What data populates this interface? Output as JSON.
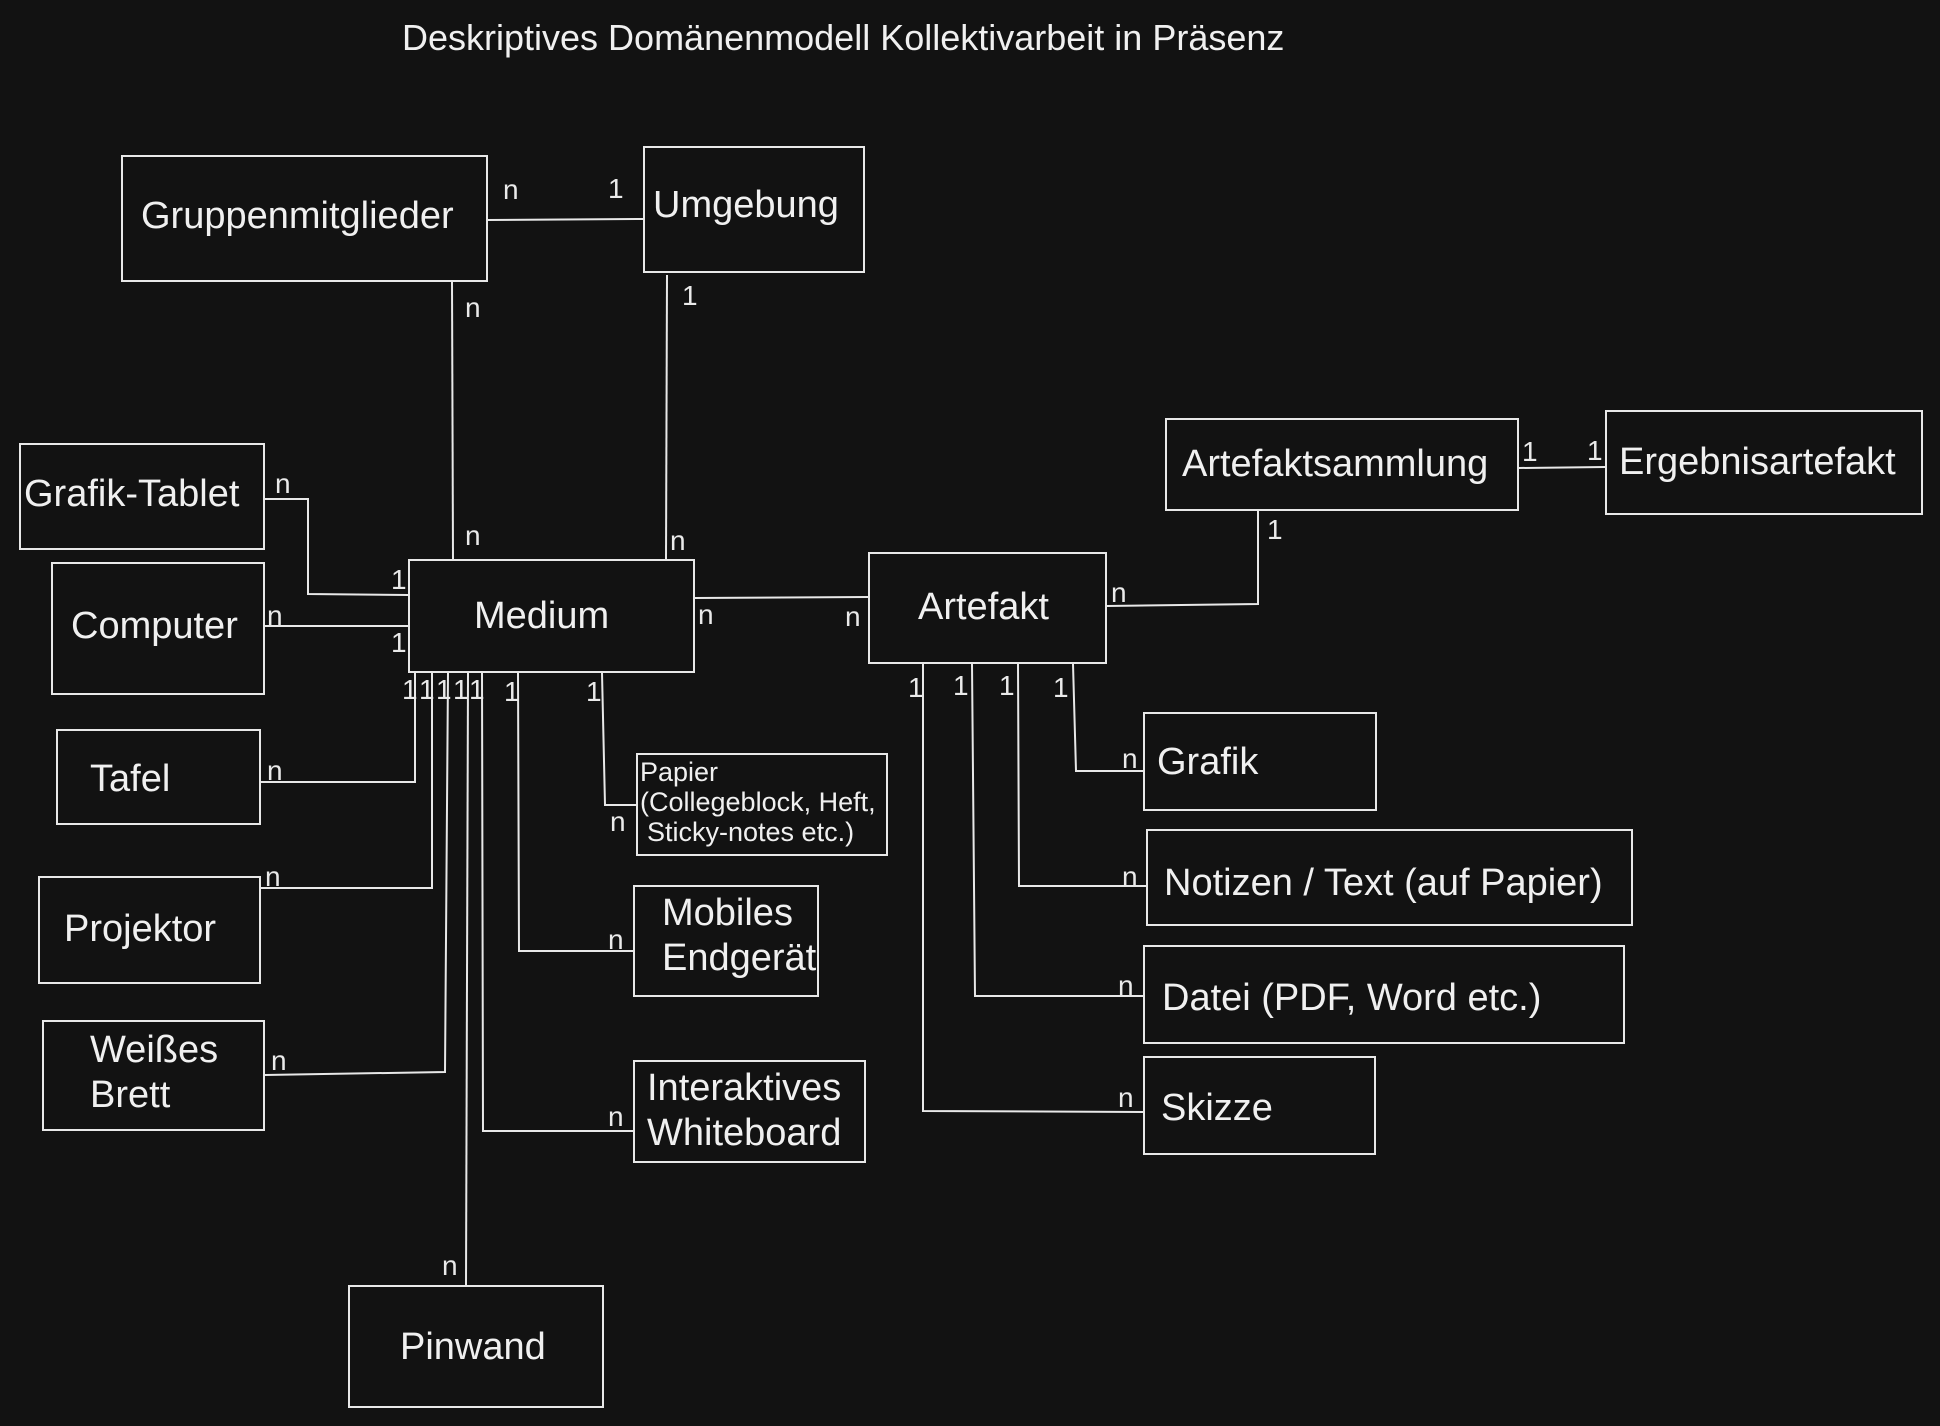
{
  "title": "Deskriptives Domänenmodell Kollektivarbeit in Präsenz",
  "entities": {
    "gruppenmitglieder": "Gruppenmitglieder",
    "umgebung": "Umgebung",
    "medium": "Medium",
    "artefakt": "Artefakt",
    "artefaktsammlung": "Artefaktsammlung",
    "ergebnisartefakt": "Ergebnisartefakt",
    "grafik_tablet": "Grafik-Tablet",
    "computer": "Computer",
    "tafel": "Tafel",
    "projektor": "Projektor",
    "weisses_brett": [
      "Weißes",
      "Brett"
    ],
    "pinwand": "Pinwand",
    "papier": [
      "Papier",
      "(Collegeblock, Heft,",
      "Sticky-notes etc.)"
    ],
    "mobiles_endgeraet": [
      "Mobiles",
      "Endgerät"
    ],
    "interaktives_whiteboard": [
      "Interaktives",
      "Whiteboard"
    ],
    "grafik": "Grafik",
    "notizen": "Notizen / Text (auf Papier)",
    "datei": "Datei (PDF, Word etc.)",
    "skizze": "Skizze"
  },
  "relationships": [
    {
      "from": "Gruppenmitglieder",
      "to": "Umgebung",
      "from_card": "n",
      "to_card": "1"
    },
    {
      "from": "Gruppenmitglieder",
      "to": "Medium",
      "from_card": "n",
      "to_card": "n"
    },
    {
      "from": "Umgebung",
      "to": "Medium",
      "from_card": "1",
      "to_card": "n"
    },
    {
      "from": "Medium",
      "to": "Artefakt",
      "from_card": "n",
      "to_card": "n"
    },
    {
      "from": "Artefakt",
      "to": "Artefaktsammlung",
      "from_card": "n",
      "to_card": "1"
    },
    {
      "from": "Artefaktsammlung",
      "to": "Ergebnisartefakt",
      "from_card": "1",
      "to_card": "1"
    },
    {
      "from": "Medium",
      "to": "Grafik-Tablet",
      "from_card": "1",
      "to_card": "n"
    },
    {
      "from": "Medium",
      "to": "Computer",
      "from_card": "1",
      "to_card": "n"
    },
    {
      "from": "Medium",
      "to": "Tafel",
      "from_card": "1",
      "to_card": "n"
    },
    {
      "from": "Medium",
      "to": "Projektor",
      "from_card": "1",
      "to_card": "n"
    },
    {
      "from": "Medium",
      "to": "Weißes Brett",
      "from_card": "1",
      "to_card": "n"
    },
    {
      "from": "Medium",
      "to": "Pinwand",
      "from_card": "1",
      "to_card": "n"
    },
    {
      "from": "Medium",
      "to": "Interaktives Whiteboard",
      "from_card": "1",
      "to_card": "n"
    },
    {
      "from": "Medium",
      "to": "Mobiles Endgerät",
      "from_card": "1",
      "to_card": "n"
    },
    {
      "from": "Medium",
      "to": "Papier",
      "from_card": "1",
      "to_card": "n"
    },
    {
      "from": "Artefakt",
      "to": "Grafik",
      "from_card": "1",
      "to_card": "n"
    },
    {
      "from": "Artefakt",
      "to": "Notizen / Text (auf Papier)",
      "from_card": "1",
      "to_card": "n"
    },
    {
      "from": "Artefakt",
      "to": "Datei (PDF, Word etc.)",
      "from_card": "1",
      "to_card": "n"
    },
    {
      "from": "Artefakt",
      "to": "Skizze",
      "from_card": "1",
      "to_card": "n"
    }
  ]
}
